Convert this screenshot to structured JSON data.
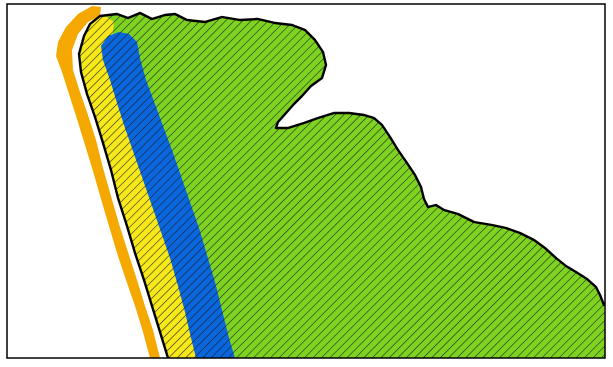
{
  "map": {
    "colors": {
      "background": "#ffffff",
      "frame": "#000000",
      "land": "#7ed321",
      "coastal_buffer": "#f5a800",
      "beach_band": "#f7e81a",
      "water_band": "#0a66dc",
      "hatch": "#1a1a1a",
      "coastline": "#000000"
    },
    "layers": [
      {
        "id": "land",
        "label": "",
        "hatched": true
      },
      {
        "id": "coastal-buffer",
        "label": "",
        "hatched": false
      },
      {
        "id": "beach-band",
        "label": "",
        "hatched": true
      },
      {
        "id": "water-band",
        "label": "",
        "hatched": true
      },
      {
        "id": "coastline",
        "label": "",
        "hatched": false
      }
    ]
  }
}
